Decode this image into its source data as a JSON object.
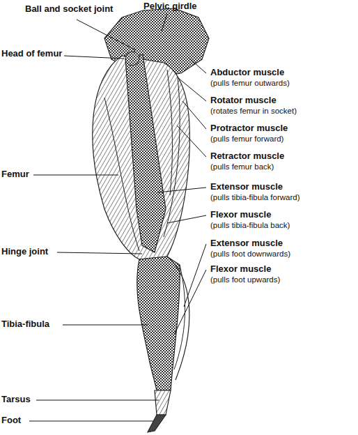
{
  "diagram": {
    "labels": [
      "Ball and socket joint",
      "Pelvic girdle",
      "Head of femur",
      "Femur",
      "Hinge joint",
      "Tibia-fibula",
      "Tarsus",
      "Foot",
      "Abductor muscle",
      "(pulls femur outwards)",
      "Rotator muscle",
      "(rotates femur in socket)",
      "Protractor muscle",
      "(pulls femur forward)",
      "Retractor muscle",
      "(pulls femur back)",
      "Extensor muscle",
      "(pulls tibia-fibula forward)",
      "Flexor muscle",
      "(pulls tibia-fibula back)",
      "Extensor muscle",
      "(pulls foot downwards)",
      "Flexor muscle",
      "(pulls foot upwards)"
    ]
  }
}
